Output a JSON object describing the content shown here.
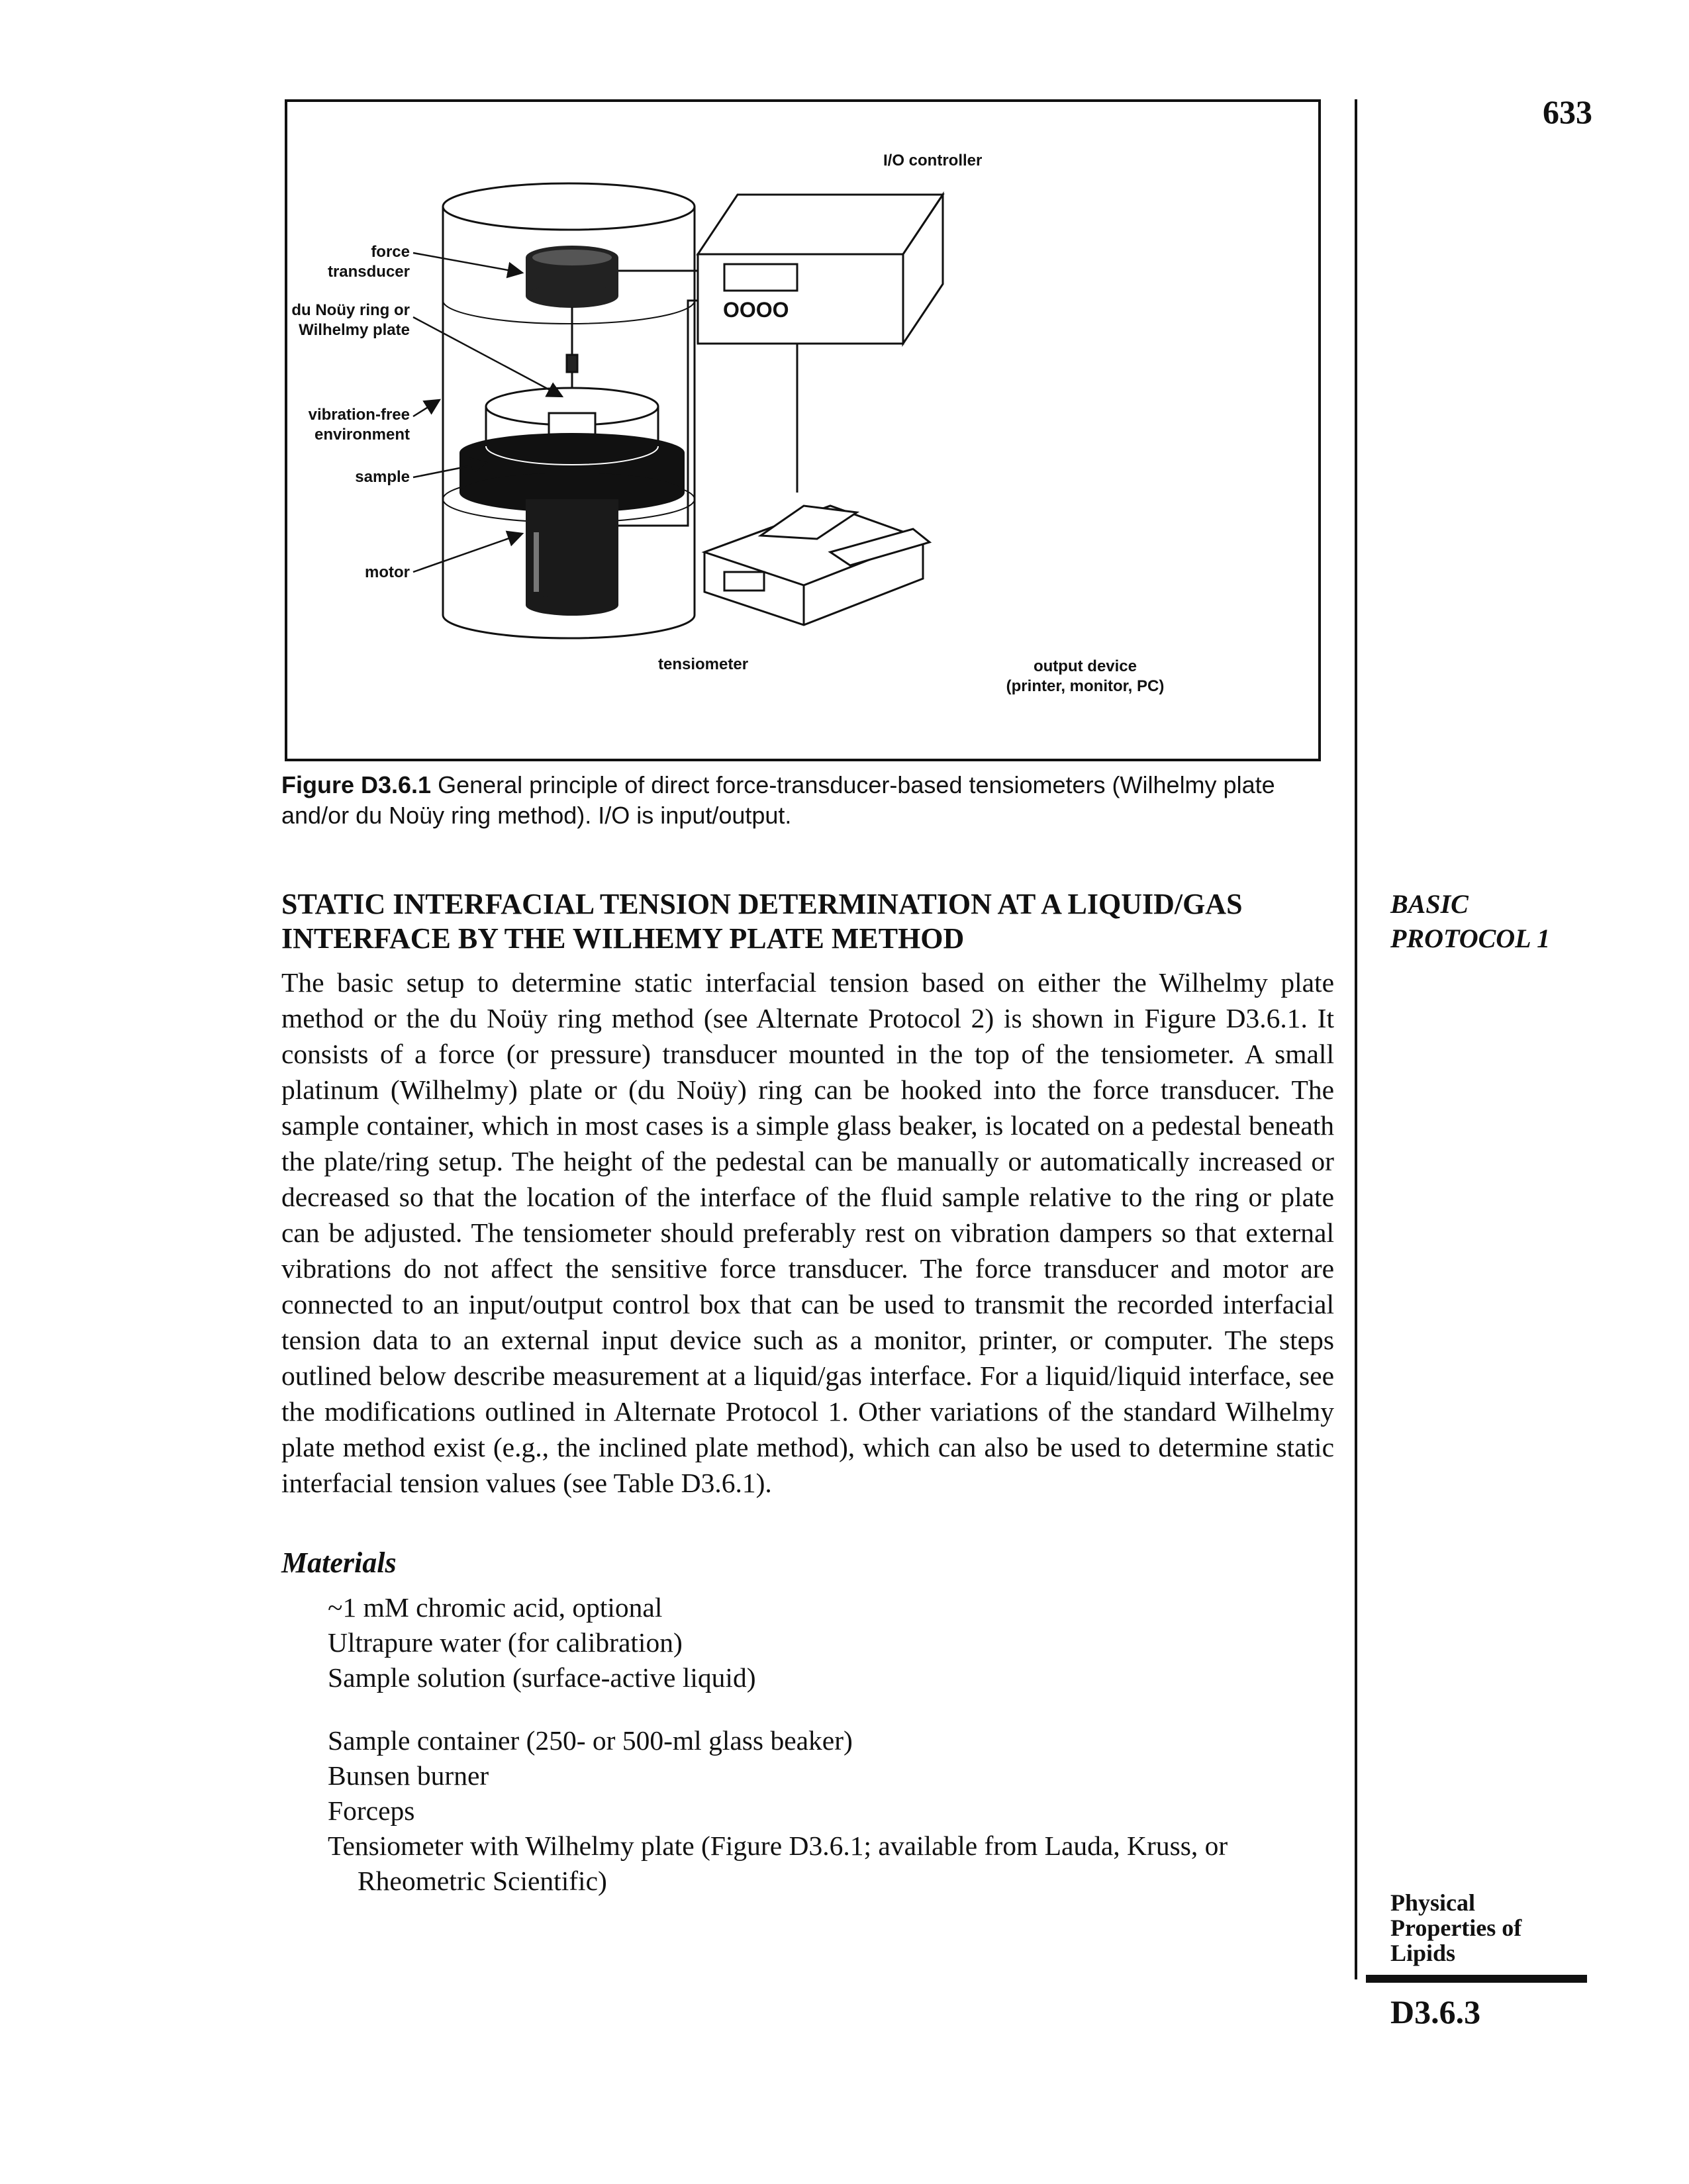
{
  "page": {
    "number": "633"
  },
  "figure": {
    "labels": {
      "io_controller": "I/O controller",
      "force_transducer": "force transducer",
      "ring_or_plate_line1": "du Noüy ring or",
      "ring_or_plate_line2": "Wilhelmy plate",
      "vibration_line1": "vibration-free",
      "vibration_line2": "environment",
      "sample": "sample",
      "motor": "motor",
      "tensiometer": "tensiometer",
      "output_line1": "output device",
      "output_line2": "(printer, monitor, PC)",
      "controller_display": "OOOO"
    },
    "caption_label": "Figure D3.6.1",
    "caption_text": " General principle of direct force-transducer-based tensiometers (Wilhelmy plate and/or du Noüy ring method). I/O is input/output."
  },
  "section": {
    "heading": "STATIC INTERFACIAL TENSION DETERMINATION AT A LIQUID/GAS INTERFACE BY THE WILHEMY PLATE METHOD",
    "side_label_line1": "BASIC",
    "side_label_line2": "PROTOCOL 1",
    "paragraph": "The basic setup to determine static interfacial tension based on either the Wilhelmy plate method or the du Noüy ring method (see Alternate Protocol 2) is shown in Figure D3.6.1. It consists of a force (or pressure) transducer mounted in the top of the tensiometer. A small platinum (Wilhelmy) plate or (du Noüy) ring can be hooked into the force transducer. The sample container, which in most cases is a simple glass beaker, is located on a pedestal beneath the plate/ring setup. The height of the pedestal can be manually or automatically increased or decreased so that the location of the interface of the fluid sample relative to the ring or plate can be adjusted. The tensiometer should preferably rest on vibration dampers so that external vibrations do not affect the sensitive force transducer. The force transducer and motor are connected to an input/output control box that can be used to transmit the recorded interfacial tension data to an external input device such as a monitor, printer, or computer. The steps outlined below describe measurement at a liquid/gas interface. For a liquid/liquid interface, see the modifications outlined in Alternate Protocol 1. Other variations of the standard Wilhelmy plate method exist (e.g., the inclined plate method), which can also be used to determine static interfacial tension values (see Table D3.6.1)."
  },
  "materials": {
    "heading": "Materials",
    "group1": [
      "~1 mM chromic acid, optional",
      "Ultrapure water (for calibration)",
      "Sample solution (surface-active liquid)"
    ],
    "group2": [
      "Sample container (250- or 500-ml glass beaker)",
      "Bunsen burner",
      "Forceps",
      "Tensiometer with Wilhelmy plate (Figure D3.6.1; available from Lauda, Kruss, or Rheometric Scientific)"
    ]
  },
  "footer": {
    "topic_line1": "Physical",
    "topic_line2": "Properties of",
    "topic_line3": "Lipids",
    "code": "D3.6.3"
  }
}
